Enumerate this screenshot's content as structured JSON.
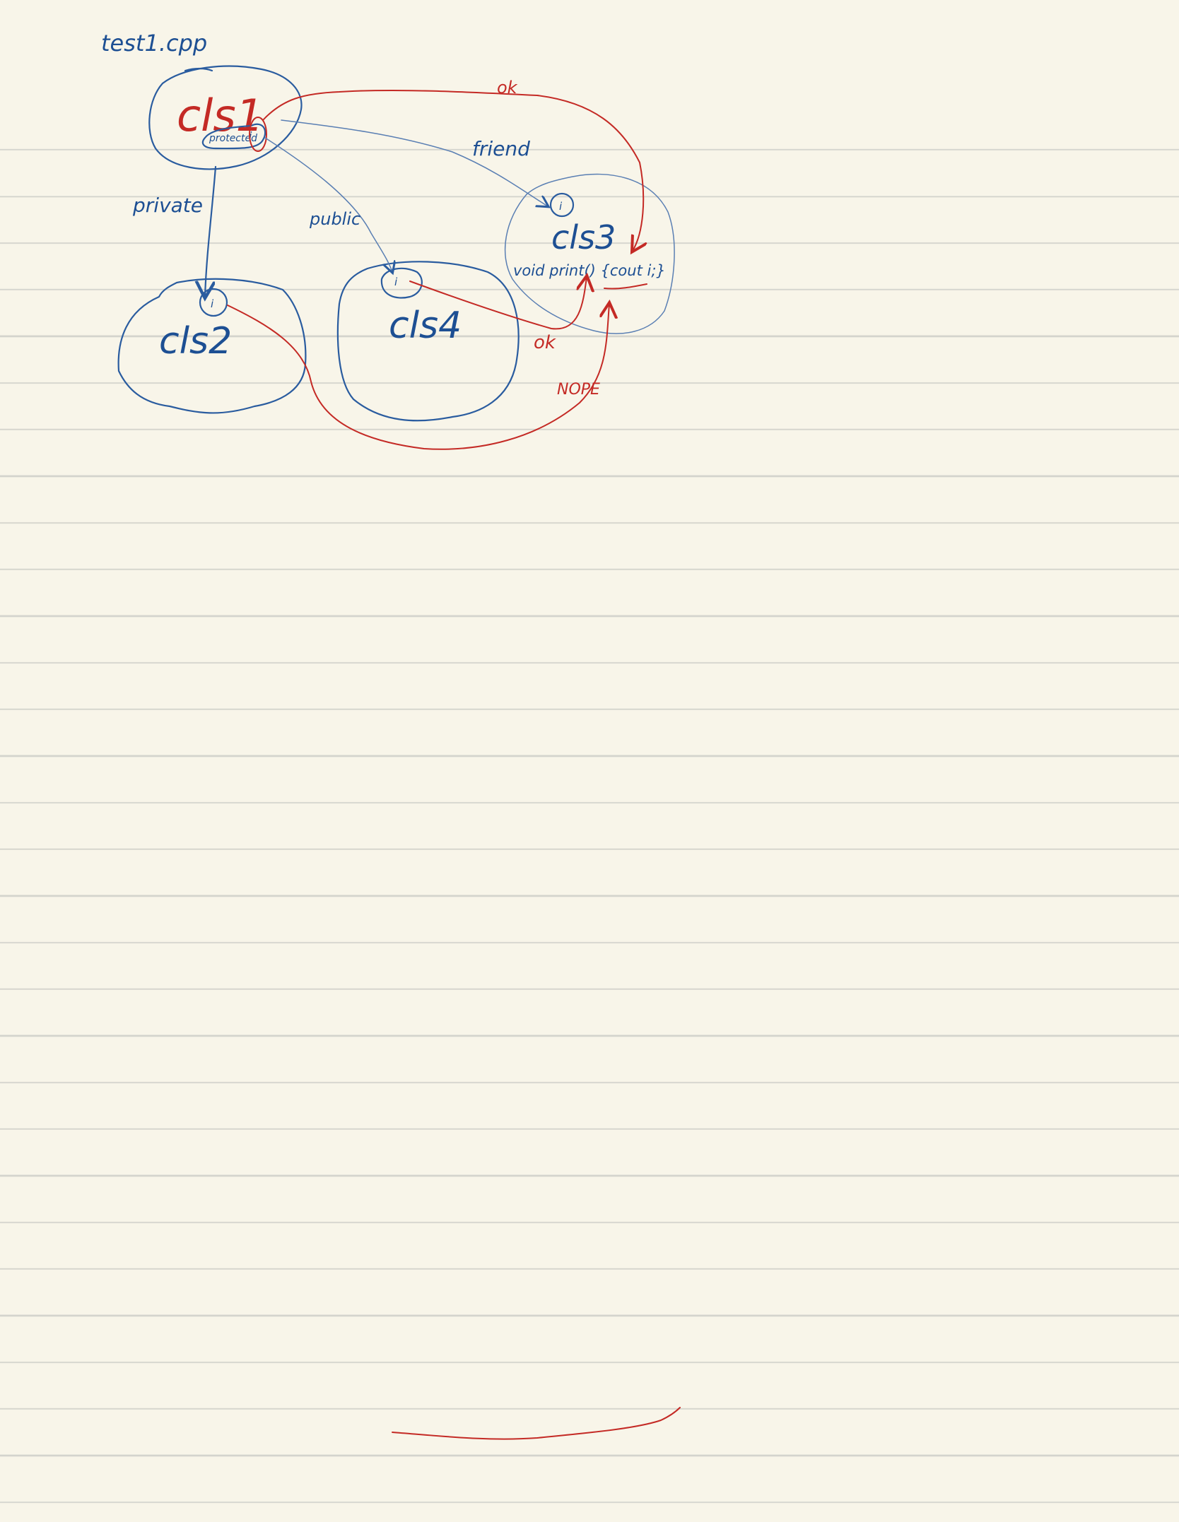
{
  "file_title": "test1.cpp",
  "classes": {
    "cls1": {
      "label": "cls1",
      "member_tag": "protected",
      "member": "i"
    },
    "cls2": {
      "label": "cls2",
      "member": "i"
    },
    "cls3": {
      "label": "cls3",
      "member": "i",
      "method": "void print() {cout i;}"
    },
    "cls4": {
      "label": "cls4",
      "member": "i"
    }
  },
  "edges": {
    "private": "private",
    "public": "public",
    "friend": "friend",
    "ok_top": "ok",
    "ok_bottom": "ok",
    "nope": "NOPE"
  },
  "colors": {
    "ink_blue": "#1d4f93",
    "ink_red": "#c42a25",
    "paper": "#f8f5e9",
    "rule": "#d4d4cd"
  }
}
